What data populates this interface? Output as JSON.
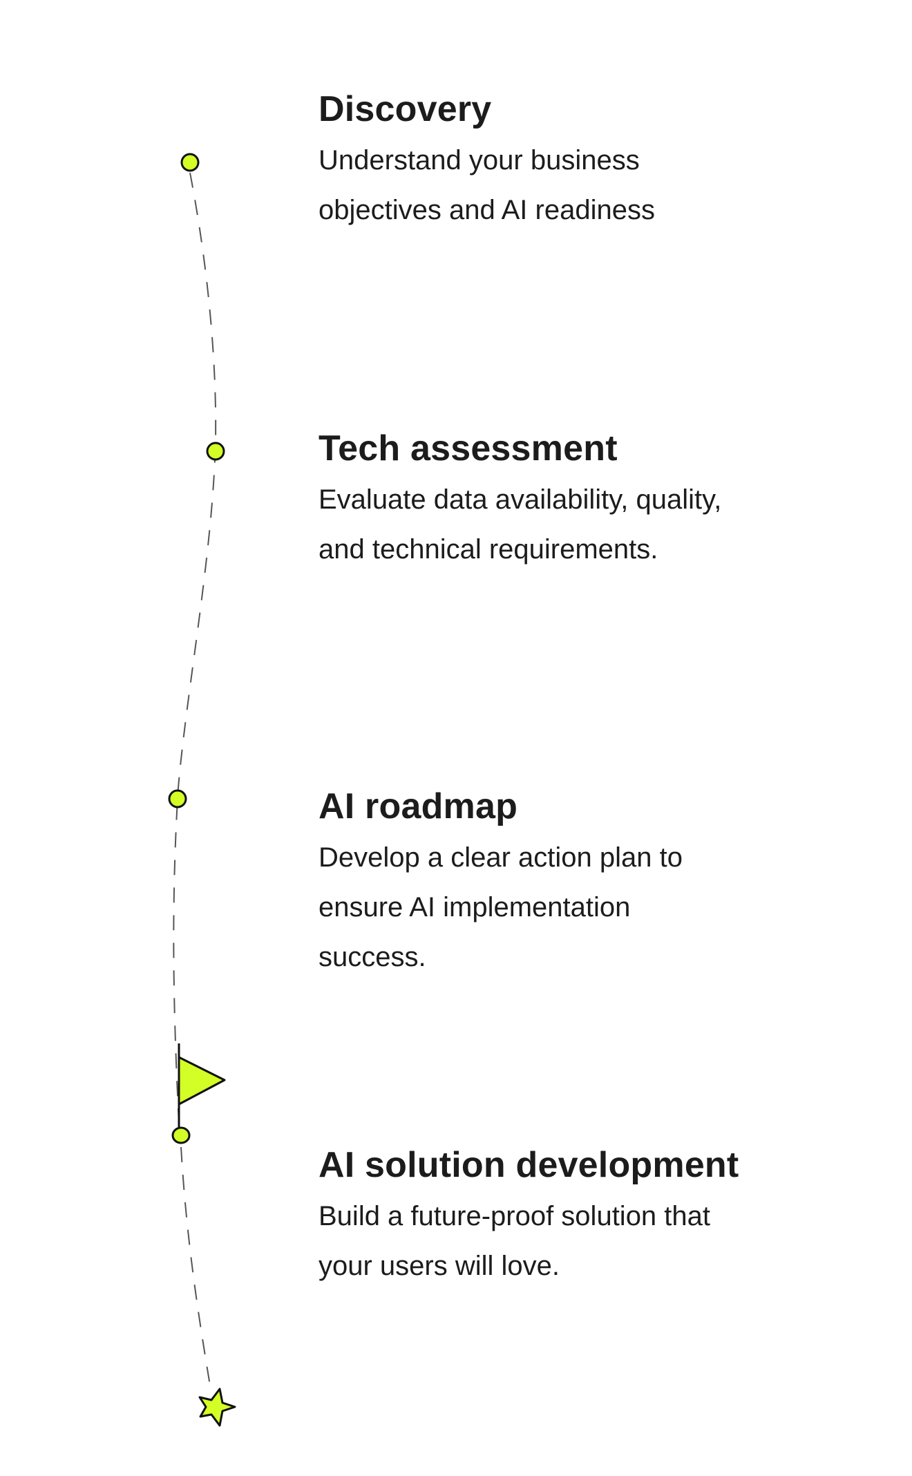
{
  "colors": {
    "accent": "#D4FF26",
    "text": "#1c1c1c",
    "stroke": "#111111",
    "dash": "#555555"
  },
  "steps": [
    {
      "title": "Discovery",
      "lines": [
        "Understand your business",
        "objectives and AI readiness"
      ],
      "marker": "dot"
    },
    {
      "title": "Tech assessment",
      "lines": [
        "Evaluate data availability, quality,",
        "and technical requirements."
      ],
      "marker": "dot"
    },
    {
      "title": "AI roadmap",
      "lines": [
        "Develop a clear action plan to",
        "ensure AI implementation",
        "success."
      ],
      "marker": "dot"
    },
    {
      "title": "AI solution development",
      "lines": [
        "Build a future-proof solution that",
        "your users will love."
      ],
      "marker": "dot-with-flag"
    }
  ],
  "end_marker": "star-icon"
}
